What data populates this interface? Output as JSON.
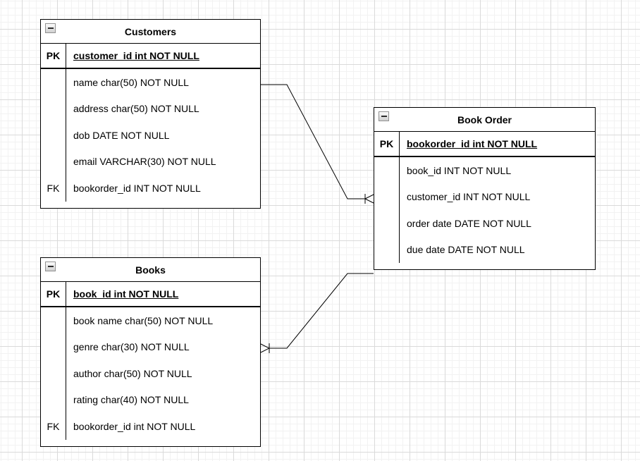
{
  "app": {
    "type": "entity-relationship-diagram"
  },
  "icons": {
    "collapse": "minus-box"
  },
  "colors": {
    "table_border": "#000000",
    "text": "#000000",
    "background": "#ffffff",
    "grid_major": "#dadada",
    "grid_minor": "#f2f2f2"
  },
  "entities": [
    {
      "title": "Customers",
      "pk": {
        "key": "PK",
        "text": "customer_id int NOT NULL"
      },
      "attributes": [
        {
          "key": "",
          "text": "name char(50) NOT NULL"
        },
        {
          "key": "",
          "text": "address char(50) NOT NULL"
        },
        {
          "key": "",
          "text": "dob DATE NOT NULL"
        },
        {
          "key": "",
          "text": "email VARCHAR(30) NOT NULL"
        },
        {
          "key": "FK",
          "text": "bookorder_id INT NOT NULL"
        }
      ]
    },
    {
      "title": "Book Order",
      "pk": {
        "key": "PK",
        "text": "bookorder_id int NOT NULL"
      },
      "attributes": [
        {
          "key": "",
          "text": "book_id INT NOT NULL"
        },
        {
          "key": "",
          "text": "customer_id INT NOT NULL"
        },
        {
          "key": "",
          "text": "order date DATE NOT NULL"
        },
        {
          "key": "",
          "text": "due date DATE NOT NULL"
        }
      ]
    },
    {
      "title": "Books",
      "pk": {
        "key": "PK",
        "text": "book_id int NOT NULL"
      },
      "attributes": [
        {
          "key": "",
          "text": "book name char(50) NOT NULL"
        },
        {
          "key": "",
          "text": "genre char(30) NOT NULL"
        },
        {
          "key": "",
          "text": "author char(50) NOT NULL"
        },
        {
          "key": "",
          "text": "rating char(40) NOT NULL"
        },
        {
          "key": "FK",
          "text": "bookorder_id int NOT NULL"
        }
      ]
    }
  ],
  "relationships": [
    {
      "from": "Customers",
      "to": "Book Order",
      "end_marker": "bar-and-crows-foot"
    },
    {
      "from": "Book Order",
      "to": "Books",
      "end_marker": "bar-and-crows-foot"
    }
  ]
}
